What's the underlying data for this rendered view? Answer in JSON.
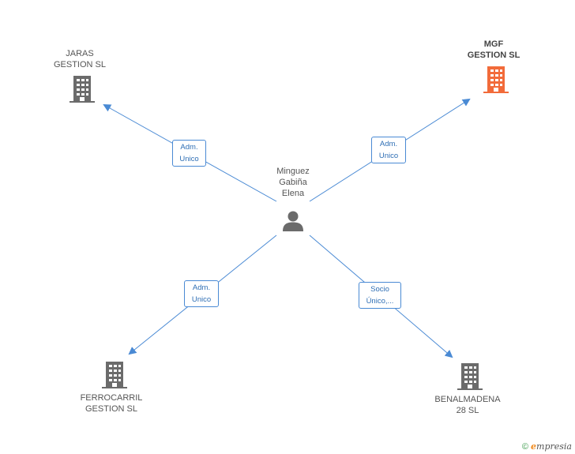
{
  "center": {
    "name_lines": [
      "Minguez",
      "Gabiña",
      "Elena"
    ],
    "icon": "person-icon"
  },
  "nodes": {
    "jaras": {
      "lines": [
        "JARAS",
        "GESTION SL"
      ],
      "icon": "building-icon",
      "color": "#6b6b6b"
    },
    "mgf": {
      "lines": [
        "MGF",
        "GESTION SL"
      ],
      "icon": "building-icon",
      "color": "#f26b3a"
    },
    "ferrocarril": {
      "lines": [
        "FERROCARRIL",
        "GESTION SL"
      ],
      "icon": "building-icon",
      "color": "#6b6b6b"
    },
    "benalmadena": {
      "lines": [
        "BENALMADENA",
        "28 SL"
      ],
      "icon": "building-icon",
      "color": "#6b6b6b"
    }
  },
  "edges": {
    "jaras": [
      "Adm.",
      "Unico"
    ],
    "mgf": [
      "Adm.",
      "Unico"
    ],
    "ferrocarril": [
      "Adm.",
      "Unico"
    ],
    "benalmadena": [
      "Socio",
      "Único,..."
    ]
  },
  "colors": {
    "edge": "#4a8ad4",
    "person": "#6b6b6b"
  },
  "footer": {
    "copyright": "©",
    "brand_initial": "e",
    "brand_rest": "mpresia"
  }
}
